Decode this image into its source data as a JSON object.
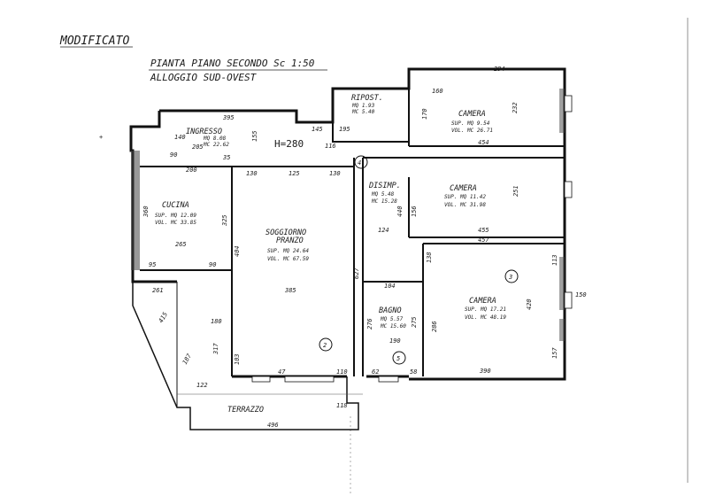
{
  "header": {
    "status": "MODIFICATO",
    "plan_title": "PIANTA PIANO SECONDO  Sc 1:50",
    "unit": "ALLOGGIO  SUD-OVEST"
  },
  "height_label": "H=280",
  "rooms": {
    "ingresso": {
      "name": "INGRESSO",
      "sup": "MQ  8.08",
      "vol": "MC  22.62"
    },
    "ripost": {
      "name": "RIPOST.",
      "sup": "MQ  1.93",
      "vol": "MC  5.40"
    },
    "camera1": {
      "name": "CAMERA",
      "sup": "SUP. MQ  9.54",
      "vol": "VOL. MC  26.71"
    },
    "cucina": {
      "name": "CUCINA",
      "sup": "SUP. MQ  12.09",
      "vol": "VOL. MC  33.85"
    },
    "soggiorno": {
      "name1": "SOGGIORNO",
      "name2": "PRANZO",
      "sup": "SUP. MQ  24.64",
      "vol": "VOL. MC  67.59"
    },
    "disimp": {
      "name": "DISIMP.",
      "sup": "MQ  5.48",
      "vol": "MC  15.28"
    },
    "camera2": {
      "name": "CAMERA",
      "sup": "SUP. MQ  11.42",
      "vol": "VOL. MC  31.98"
    },
    "bagno": {
      "name": "BAGNO",
      "sup": "MQ  5.57",
      "vol": "MC  15.60"
    },
    "camera3": {
      "name": "CAMERA",
      "sup": "SUP. MQ  17.21",
      "vol": "VOL. MC  48.19"
    },
    "terrazzo": {
      "name": "TERRAZZO"
    }
  },
  "markers": [
    "4",
    "2",
    "5",
    "3"
  ],
  "dimensions": {
    "ingresso_w": "395",
    "cucina_w": "265",
    "cucina_h": "360",
    "sogg_w": "385",
    "sogg_h": "404",
    "cam1_w": "294",
    "cam1_h": "232",
    "cam1_bottom": "454",
    "cam2_w": "455",
    "cam2_h": "251",
    "cam3_w": "390",
    "cam3_h": "420",
    "cam3_top": "457",
    "terr_w": "496",
    "terr_l": "122",
    "d_140": "140",
    "d_205": "205",
    "d_155": "155",
    "d_116": "116",
    "d_145": "145",
    "d_195": "195",
    "d_90": "90",
    "d_200": "200",
    "d_35": "35",
    "d_130": "130",
    "d_125": "125",
    "d_130b": "130",
    "d_95": "95",
    "d_90b": "90",
    "d_325": "325",
    "d_261": "261",
    "d_415": "415",
    "d_317": "317",
    "d_103": "103",
    "d_47": "47",
    "d_110": "110",
    "d_627": "627",
    "d_440": "440",
    "d_124": "124",
    "d_156": "156",
    "d_138": "138",
    "d_276": "276",
    "d_275": "275",
    "d_286": "286",
    "d_62": "62",
    "d_58": "58",
    "d_150": "150",
    "d_113": "113",
    "d_157": "157",
    "d_160": "160",
    "d_170": "170",
    "d_190": "190",
    "d_104": "104",
    "d_180": "180",
    "d_118": "118",
    "d_187": "187"
  }
}
